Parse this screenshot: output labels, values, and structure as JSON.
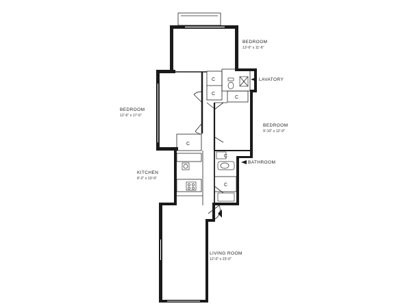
{
  "rooms": {
    "bedroom_top": {
      "name": "BEDROOM",
      "dims": "13'-6\" x 11'-6\""
    },
    "bedroom_left": {
      "name": "BEDROOM",
      "dims": "12'-6\" x 17'-6\""
    },
    "bedroom_right": {
      "name": "BEDROOM",
      "dims": "9'-10\" x 12'-9\""
    },
    "lavatory": {
      "name": "LAVATORY"
    },
    "bathroom": {
      "name": "BATHROOM"
    },
    "kitchen": {
      "name": "KITCHEN",
      "dims": "8'-2\" x 10'-9\""
    },
    "living_room": {
      "name": "LIVING ROOM",
      "dims": "12'-0\" x 23'-0\""
    }
  },
  "closet_label": "C",
  "colors": {
    "wall": "#1a1a1a",
    "background": "#ffffff",
    "line": "#222222"
  }
}
